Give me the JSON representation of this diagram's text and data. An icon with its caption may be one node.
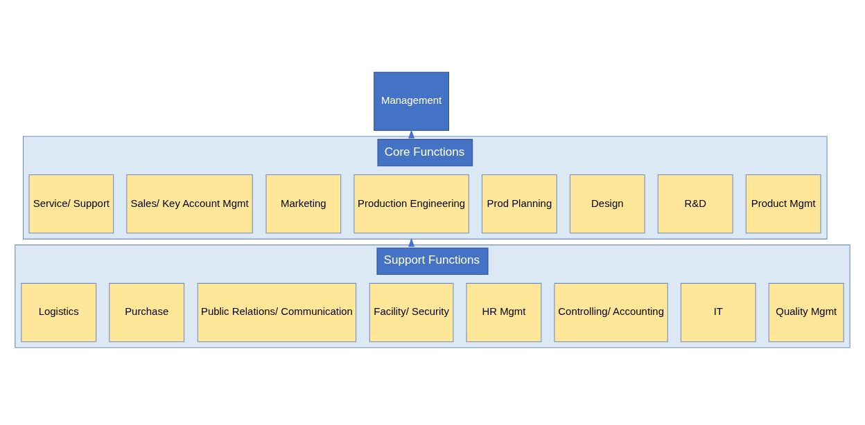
{
  "diagram": {
    "nodes": [
      {
        "text": [
          "Management"
        ]
      },
      {
        "text": [
          "Core Functions"
        ]
      },
      {
        "text": [
          "Product Mgmt"
        ],
        "in": 1
      },
      {
        "text": [
          "R&D"
        ],
        "in": 1
      },
      {
        "text": [
          "Design"
        ],
        "in": 1
      },
      {
        "text": [
          "Prod Planning"
        ],
        "in": 1
      },
      {
        "text": [
          "Production Engineering"
        ],
        "in": 1
      },
      {
        "text": [
          "Marketing"
        ],
        "in": 1
      },
      {
        "text": [
          "Sales/ Key Account Mgmt"
        ],
        "in": 1
      },
      {
        "text": [
          "Service/ Support"
        ],
        "in": 1
      },
      {
        "text": [
          "Support Functions"
        ]
      },
      {
        "text": [
          "Quality Mgmt"
        ],
        "in": 10
      },
      {
        "text": [
          "IT"
        ],
        "in": 10
      },
      {
        "text": [
          "Controlling/ Accounting"
        ],
        "in": 10
      },
      {
        "text": [
          "HR Mgmt"
        ],
        "in": 10
      },
      {
        "text": [
          "Facility/ Security"
        ],
        "in": 10
      },
      {
        "text": [
          "Public Relations/ Communication"
        ],
        "in": 10
      },
      {
        "text": [
          "Purchase"
        ],
        "in": 10
      },
      {
        "text": [
          "Logistics"
        ],
        "in": 10
      }
    ],
    "edges": [
      {
        "from": 1,
        "to": 0,
        "arrow": "to"
      },
      {
        "from": 10,
        "to": 1,
        "arrow": "to"
      }
    ]
  }
}
